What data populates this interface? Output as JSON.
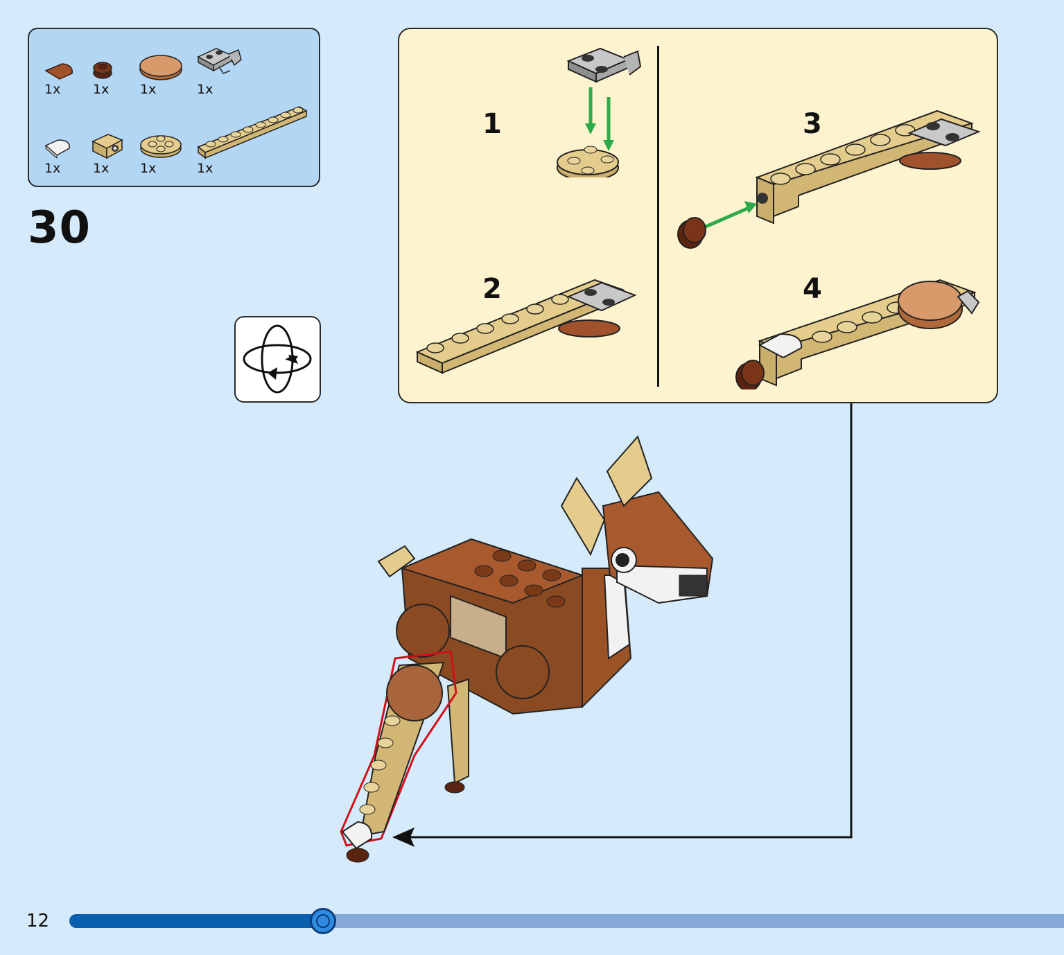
{
  "parts": [
    {
      "qty": "1x",
      "name": "reddish-brown-quarter-tile"
    },
    {
      "qty": "1x",
      "name": "dark-brown-round-plate"
    },
    {
      "qty": "1x",
      "name": "medium-nougat-round-tile"
    },
    {
      "qty": "1x",
      "name": "gray-clip-plate"
    },
    {
      "qty": "1x",
      "name": "white-quarter-round-tile"
    },
    {
      "qty": "1x",
      "name": "tan-bracket-brick"
    },
    {
      "qty": "1x",
      "name": "tan-round-plate"
    },
    {
      "qty": "1x",
      "name": "tan-long-plate"
    }
  ],
  "step": {
    "number": "30"
  },
  "substeps": [
    {
      "number": "1"
    },
    {
      "number": "2"
    },
    {
      "number": "3"
    },
    {
      "number": "4"
    }
  ],
  "footer": {
    "page_number": "12",
    "progress": 0.255
  },
  "colors": {
    "background": "#d5ebfb",
    "parts_box": "#b3d6f5",
    "sub_panel": "#fdf4cf",
    "progress_fill": "#0a5fae",
    "progress_track": "#86a8d8",
    "arrow_green": "#2faa4a",
    "highlight_red": "#d0101a"
  },
  "icons": {
    "rotate": "rotate-model-icon"
  }
}
